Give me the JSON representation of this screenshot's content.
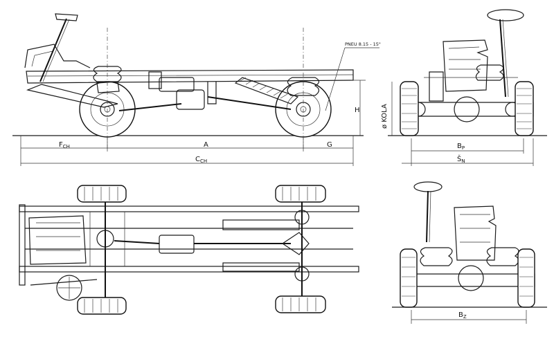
{
  "side_view": {
    "tire_label": "PNEU 8.15 - 15\"",
    "dim_f": "F",
    "dim_f_sub": "CH",
    "dim_a": "A",
    "dim_g": "G",
    "dim_c": "C",
    "dim_c_sub": "CH",
    "dim_h": "H"
  },
  "front_view": {
    "wheel_dia_label": "ø KOLA",
    "dim_bp": "B",
    "dim_bp_sub": "P",
    "dim_sn": "Š",
    "dim_sn_sub": "N"
  },
  "rear_view": {
    "dim_bz": "B",
    "dim_bz_sub": "Z"
  }
}
